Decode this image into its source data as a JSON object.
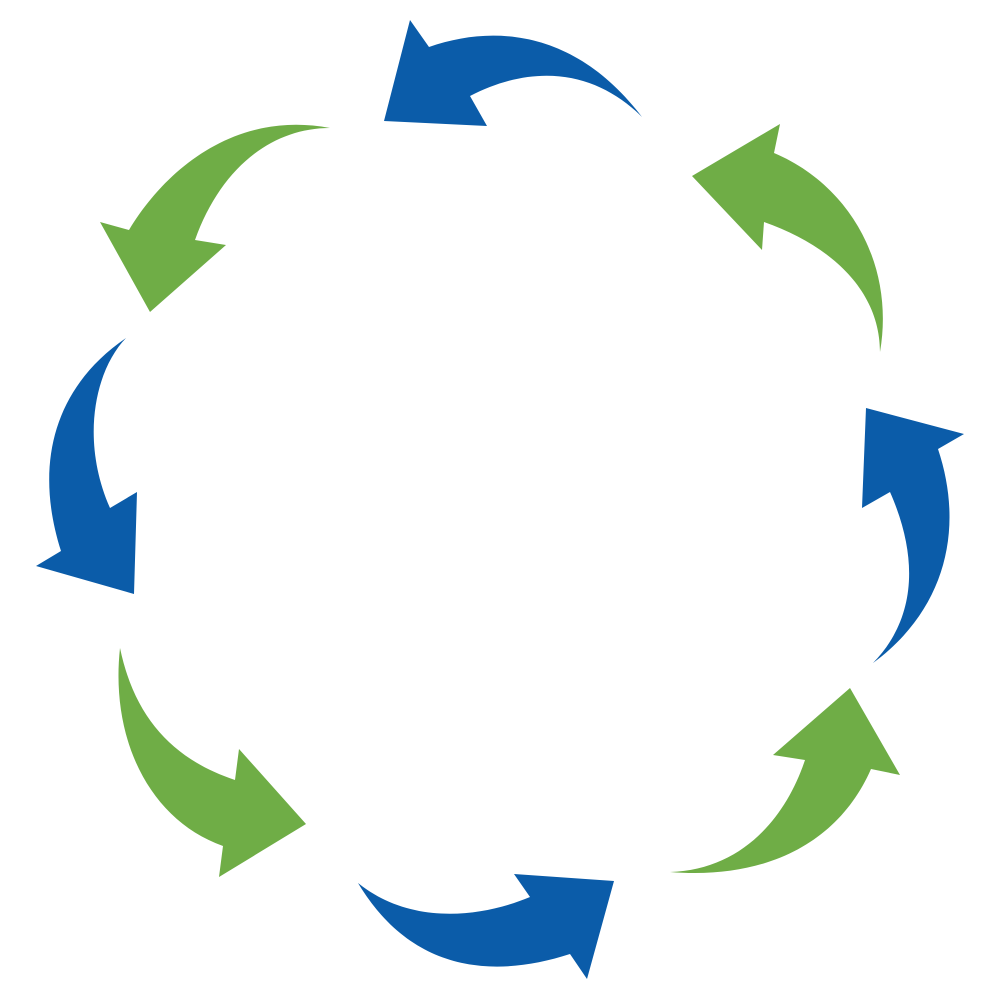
{
  "diagram": {
    "type": "cycle",
    "direction": "clockwise",
    "colors": {
      "blue": "#0b5ca9",
      "green": "#6fad46"
    },
    "arrows": [
      {
        "icon": "curved-arrow-icon",
        "color": "blue"
      },
      {
        "icon": "curved-arrow-icon",
        "color": "green"
      },
      {
        "icon": "curved-arrow-icon",
        "color": "blue"
      },
      {
        "icon": "curved-arrow-icon",
        "color": "green"
      },
      {
        "icon": "curved-arrow-icon",
        "color": "blue"
      },
      {
        "icon": "curved-arrow-icon",
        "color": "green"
      },
      {
        "icon": "curved-arrow-icon",
        "color": "blue"
      },
      {
        "icon": "curved-arrow-icon",
        "color": "green"
      }
    ]
  }
}
